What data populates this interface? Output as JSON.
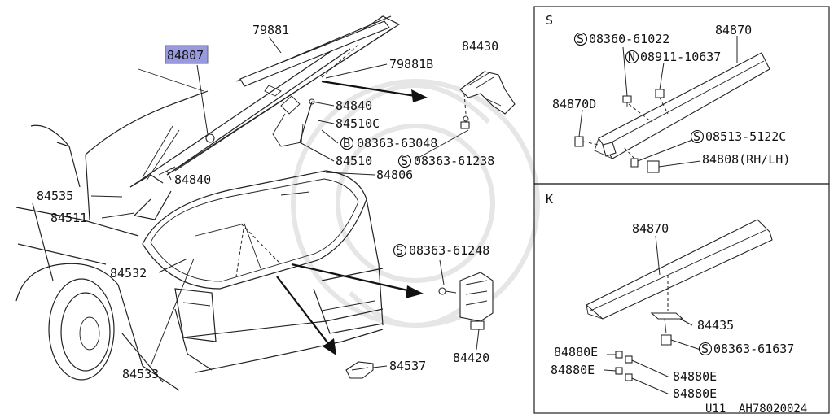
{
  "highlight_color": "#9999dd",
  "main_labels": {
    "p84807": "84807",
    "p79881": "79881",
    "p79881b": "79881B",
    "p84430": "84430",
    "p84840_top": "84840",
    "p84510c": "84510C",
    "p08363_63048": "08363-63048",
    "p08363_61238": "08363-61238",
    "p84510": "84510",
    "p84840_low": "84840",
    "p84806": "84806",
    "p84535": "84535",
    "p84511": "84511",
    "p84532": "84532",
    "p84533": "84533",
    "p08363_61248": "08363-61248",
    "p84420": "84420",
    "p84537": "84537"
  },
  "symbols": {
    "S": "S",
    "B": "B",
    "N": "N"
  },
  "panel_s": {
    "title": "S",
    "p08360_61022": "08360-61022",
    "p84870": "84870",
    "p08911_10637": "08911-10637",
    "p84870d": "84870D",
    "p08513_5122c": "08513-5122C",
    "p84808": "84808(RH/LH)"
  },
  "panel_k": {
    "title": "K",
    "p84870": "84870",
    "p84435": "84435",
    "p08363_61637": "08363-61637",
    "p84880e_1": "84880E",
    "p84880e_2": "84880E",
    "p84880e_3": "84880E",
    "p84880e_4": "84880E"
  },
  "footer": {
    "code1": "U11",
    "code2": "AH78020024"
  }
}
